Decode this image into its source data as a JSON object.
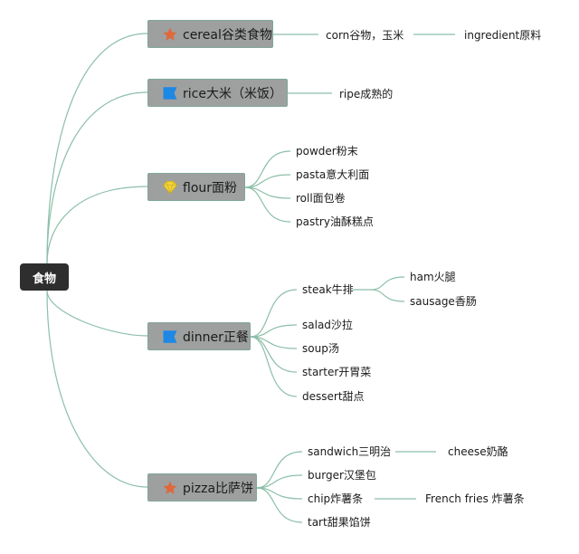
{
  "root": {
    "label": "食物"
  },
  "branches": [
    {
      "id": "cereal",
      "label": "cereal谷类食物",
      "icon": "star-icon",
      "children": [
        {
          "label": "corn谷物，玉米",
          "children": [
            {
              "label": "ingredient原料"
            }
          ]
        }
      ]
    },
    {
      "id": "rice",
      "label": "rice大米（米饭）",
      "icon": "flag-icon",
      "children": [
        {
          "label": "ripe成熟的"
        }
      ]
    },
    {
      "id": "flour",
      "label": "flour面粉",
      "icon": "diamond-icon",
      "children": [
        {
          "label": "powder粉末"
        },
        {
          "label": "pasta意大利面"
        },
        {
          "label": "roll面包卷"
        },
        {
          "label": "pastry油酥糕点"
        }
      ]
    },
    {
      "id": "dinner",
      "label": "dinner正餐",
      "icon": "flag-icon",
      "children": [
        {
          "label": "steak牛排",
          "children": [
            {
              "label": "ham火腿"
            },
            {
              "label": "sausage香肠"
            }
          ]
        },
        {
          "label": "salad沙拉"
        },
        {
          "label": "soup汤"
        },
        {
          "label": "starter开胃菜"
        },
        {
          "label": "dessert甜点"
        }
      ]
    },
    {
      "id": "pizza",
      "label": "pizza比萨饼",
      "icon": "star-icon",
      "children": [
        {
          "label": "sandwich三明治",
          "children": [
            {
              "label": "cheese奶酪"
            }
          ]
        },
        {
          "label": "burger汉堡包"
        },
        {
          "label": "chip炸薯条",
          "children": [
            {
              "label": "French fries 炸薯条"
            }
          ]
        },
        {
          "label": "tart甜果馅饼"
        }
      ]
    }
  ],
  "colors": {
    "connector": "#8cbfa8",
    "node_fill": "#9ea0a0",
    "root_fill": "#2e2e2e",
    "star": "#e0683a",
    "flag": "#1e88e5",
    "diamond": "#f2d33a"
  }
}
